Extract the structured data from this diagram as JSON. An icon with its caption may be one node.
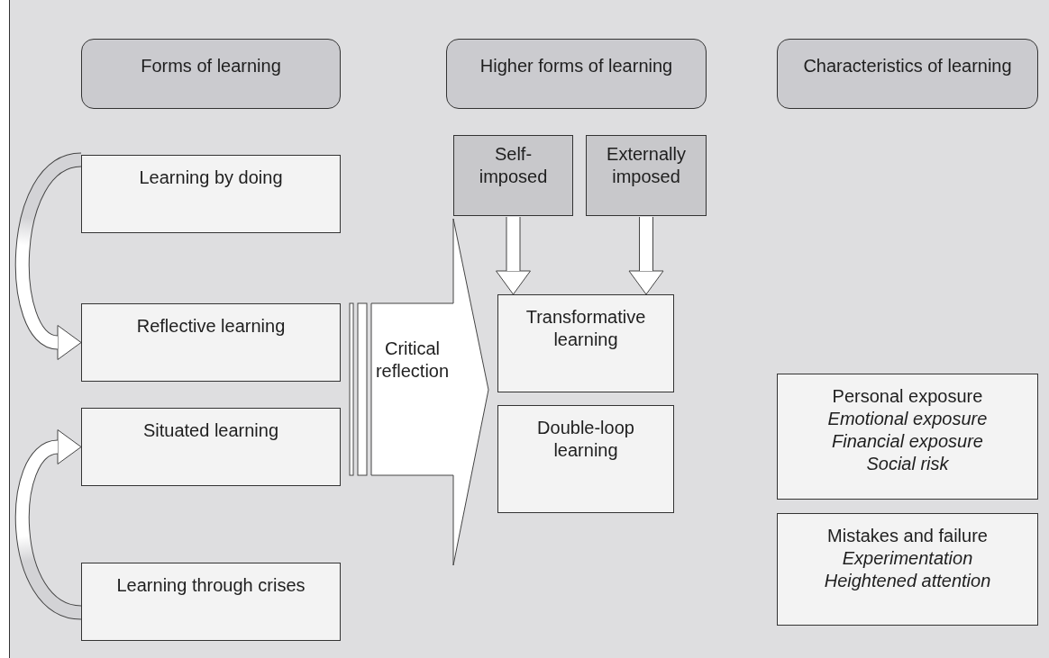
{
  "diagram": {
    "nodes": [
      {
        "text": [
          "Forms of learning"
        ]
      },
      {
        "text": [
          "Higher forms of learning"
        ]
      },
      {
        "text": [
          "Characteristics of learning"
        ]
      },
      {
        "text": [
          "Learning by doing"
        ]
      },
      {
        "text": [
          "Reflective learning"
        ]
      },
      {
        "text": [
          "Situated learning"
        ]
      },
      {
        "text": [
          "Learning through crises"
        ]
      },
      {
        "text": [
          "Critical reflection"
        ]
      },
      {
        "text": [
          "Self- imposed"
        ]
      },
      {
        "text": [
          "Externally imposed"
        ]
      },
      {
        "text": [
          "Transformative learning"
        ]
      },
      {
        "text": [
          "Double-loop learning"
        ]
      },
      {
        "text": [
          "Personal exposure",
          "Emotional exposure",
          "Financial exposure",
          "Social risk"
        ]
      },
      {
        "text": [
          "Mistakes and failure",
          "Experimentation",
          "Heightened attention"
        ]
      }
    ],
    "edges": [
      {
        "from": 3,
        "to": 4,
        "arrow": "to"
      },
      {
        "from": 6,
        "to": 5,
        "arrow": "to"
      },
      {
        "from": 8,
        "to": 10,
        "arrow": "to"
      },
      {
        "from": 9,
        "to": 10,
        "arrow": "to"
      }
    ]
  }
}
